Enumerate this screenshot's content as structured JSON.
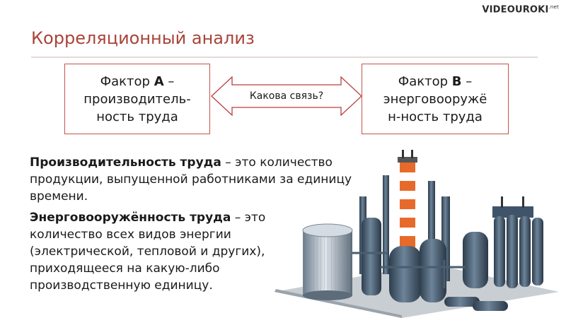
{
  "logo": {
    "text": "VIDEOUROKI",
    "suffix": ".net"
  },
  "slide": {
    "title": "Корреляционный анализ"
  },
  "factor_a": {
    "prefix": "Фактор",
    "letter": "А",
    "dash": "–",
    "line2": "производитель-",
    "line3": "ность труда"
  },
  "factor_b": {
    "prefix": "Фактор",
    "letter": "В",
    "dash": "–",
    "line2": "энерговооружё",
    "line3": "н-ность труда"
  },
  "connection": {
    "question": "Какова связь?"
  },
  "definition1": {
    "term": "Производительность труда",
    "text": " – это количество продукции, выпущенной работниками за единицу времени."
  },
  "definition2": {
    "term": "Энерговооружённость труда",
    "text": " – это  количество всех видов энергии (электрической, тепловой и других), приходящееся на какую-либо производственную единицу."
  },
  "colors": {
    "title": "#a8443a",
    "box_border": "#c1544d",
    "arrow_border": "#b7403a",
    "chimney_stripe": "#e86a2a",
    "metal": "#3f5468"
  }
}
